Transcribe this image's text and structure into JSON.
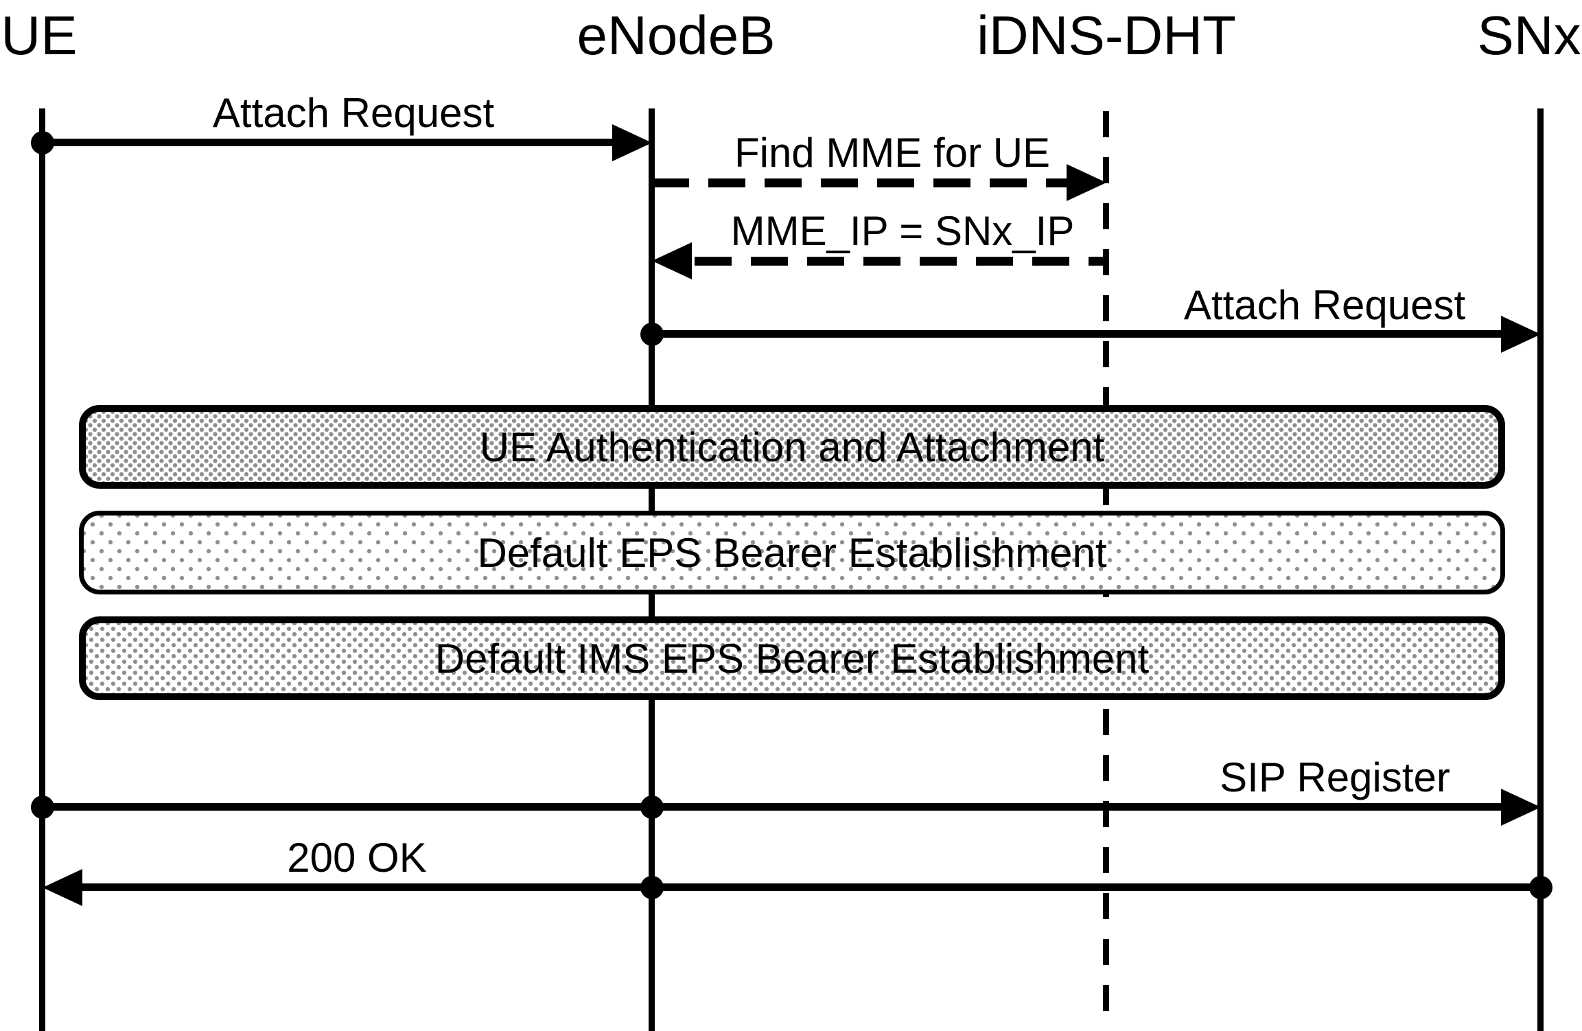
{
  "figure_type": "sequence-diagram",
  "colors": {
    "line": "#000000",
    "background": "#ffffff",
    "hatch_dot": "#8f8f8f"
  },
  "participants": [
    {
      "name": "UE"
    },
    {
      "name": "eNodeB"
    },
    {
      "name": "iDNS-DHT"
    },
    {
      "name": "SNx"
    }
  ],
  "messages": [
    {
      "label": "Attach Request",
      "from": "UE",
      "to": "eNodeB",
      "line": "solid"
    },
    {
      "label": "Find MME for UE",
      "from": "eNodeB",
      "to": "iDNS-DHT",
      "line": "dashed"
    },
    {
      "label": "MME_IP = SNx_IP",
      "from": "iDNS-DHT",
      "to": "eNodeB",
      "line": "dashed"
    },
    {
      "label": "Attach Request",
      "from": "eNodeB",
      "to": "SNx",
      "line": "solid"
    },
    {
      "label": "SIP Register",
      "from": "UE",
      "to": "SNx",
      "line": "solid"
    },
    {
      "label": "200 OK",
      "from": "SNx",
      "to": "UE",
      "line": "solid"
    }
  ],
  "activities": [
    {
      "label": "UE Authentication and Attachment",
      "fill": "dense-dot-hatch"
    },
    {
      "label": "Default EPS Bearer Establishment",
      "fill": "sparse-dot-hatch"
    },
    {
      "label": "Default IMS EPS Bearer Establishment",
      "fill": "medium-dot-hatch"
    }
  ]
}
